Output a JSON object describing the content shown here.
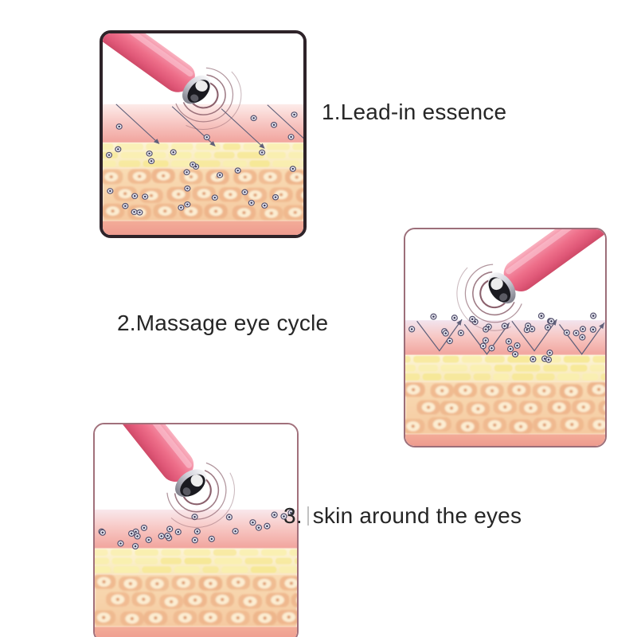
{
  "steps": [
    {
      "number": "1.",
      "label": "Lead-in essence",
      "illustration": "massager-leading-essence-into-skin-layers"
    },
    {
      "number": "2.",
      "label": "Massage eye cycle",
      "illustration": "massager-zigzag-massage-over-skin-layers"
    },
    {
      "number": "3.",
      "label": "skin around the eyes",
      "illustration": "massager-vibrating-on-skin-around-eyes"
    }
  ],
  "colors": {
    "background": "#ffffff",
    "text": "#262626",
    "device_pink": "#ee6f8a",
    "device_pink_light": "#f9b3c1",
    "device_pink_dark": "#cf4a68",
    "metal_light": "#f6f6f8",
    "metal_dark": "#7f7f8a",
    "tip_interior": "#1a1a20",
    "ripple": "#7d4f5c",
    "epidermis_bottom": "#f1a49d",
    "brick_bg_top": "#fdf4d6",
    "brick_bg_bottom": "#f8e9ba",
    "brick_fill": "#f6e896",
    "dermis_top": "#f9dcb4",
    "dermis_bottom": "#f5c9a0",
    "cell_ring": "#eeb58b",
    "cell_center": "#fcedd2",
    "cell_dot": "#dd9768",
    "hypodermis_top": "#f3ac98",
    "hypodermis_bottom": "#ee9b8f",
    "particle_outline": "#56536f",
    "particle_fill": "#f1f1f9",
    "particle_core": "#3c3c58",
    "arrow": "#60607a",
    "panel1_border": "#2e2329",
    "panel2_border": "#9c6e79",
    "panel3_border": "#a1707b"
  }
}
